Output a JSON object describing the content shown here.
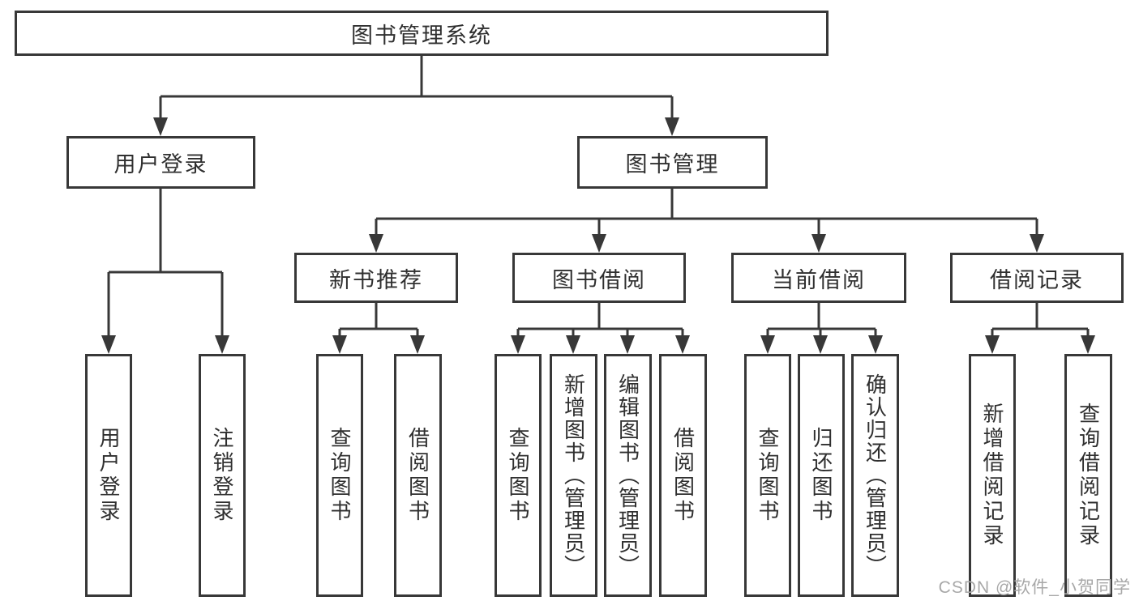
{
  "diagram": {
    "root": {
      "label": "图书管理系统"
    },
    "branches": [
      {
        "label": "用户登录",
        "children": [
          {
            "label": "用户登录"
          },
          {
            "label": "注销登录"
          }
        ]
      },
      {
        "label": "图书管理",
        "sections": [
          {
            "label": "新书推荐",
            "children": [
              {
                "label": "查询图书"
              },
              {
                "label": "借阅图书"
              }
            ]
          },
          {
            "label": "图书借阅",
            "children": [
              {
                "label": "查询图书"
              },
              {
                "label": "新增图书（管理员）"
              },
              {
                "label": "编辑图书（管理员）"
              },
              {
                "label": "借阅图书"
              }
            ]
          },
          {
            "label": "当前借阅",
            "children": [
              {
                "label": "查询图书"
              },
              {
                "label": "归还图书"
              },
              {
                "label": "确认归还（管理员）"
              }
            ]
          },
          {
            "label": "借阅记录",
            "children": [
              {
                "label": "新增借阅记录"
              },
              {
                "label": "查询借阅记录"
              }
            ]
          }
        ]
      }
    ]
  },
  "watermark": {
    "text": "CSDN @软件_小贺同学"
  },
  "colors": {
    "line": "#383838",
    "text": "#2f2f2f",
    "background": "#ffffff",
    "watermark": "#a8a8a8"
  }
}
